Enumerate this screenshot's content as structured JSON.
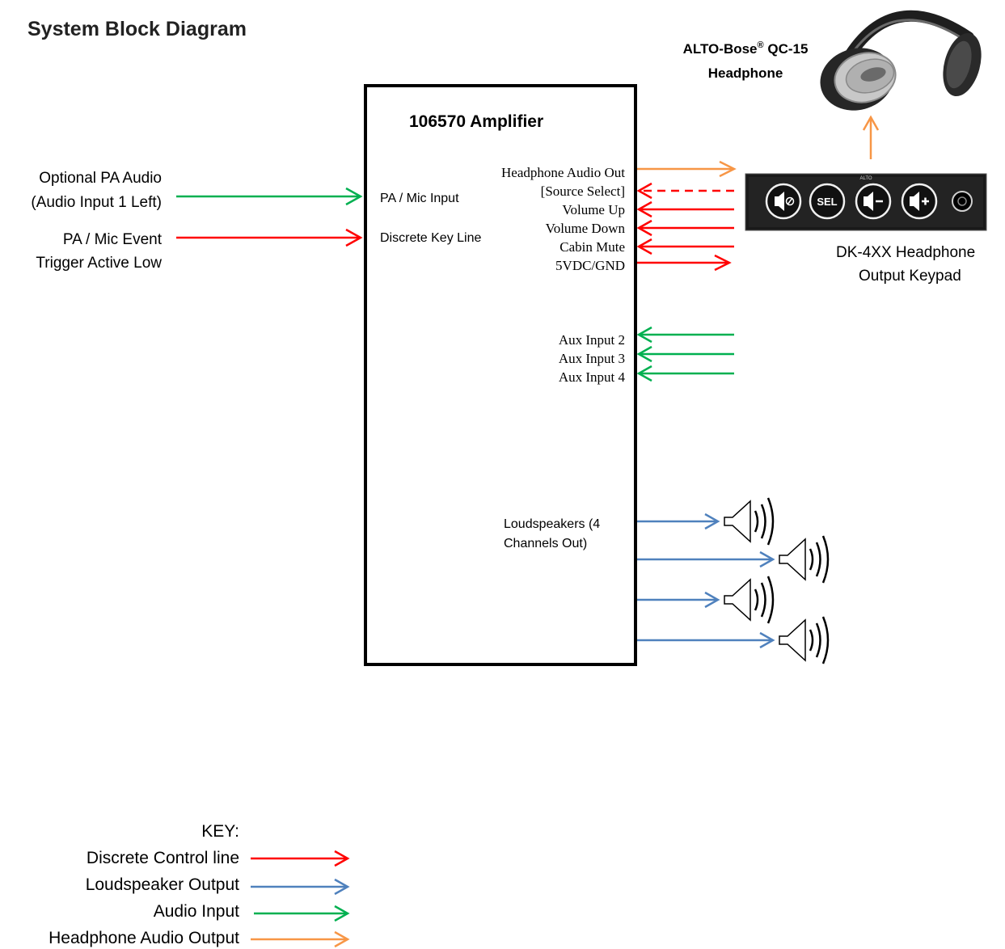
{
  "title": "System Block Diagram",
  "amplifier": {
    "name": "106570 Amplifier",
    "left_inputs": [
      "PA / Mic  Input",
      "Discrete Key Line"
    ],
    "keypad_ports": [
      "Headphone Audio Out",
      "[Source Select]",
      "Volume Up",
      "Volume Down",
      "Cabin Mute",
      "5VDC/GND"
    ],
    "aux_inputs": [
      "Aux Input 2",
      "Aux Input 3",
      "Aux Input 4"
    ],
    "speaker_label": [
      "Loudspeakers (4",
      "Channels Out)"
    ]
  },
  "external_inputs": {
    "pa_audio": [
      "Optional PA Audio",
      "(Audio Input 1 Left)"
    ],
    "pa_event": [
      "PA / Mic Event",
      "Trigger Active Low"
    ]
  },
  "headphone": {
    "line1": "ALTO-Bose",
    "reg": "®",
    "line1_suffix": " QC-15",
    "line2": "Headphone"
  },
  "keypad": {
    "label": [
      "DK-4XX Headphone",
      "Output Keypad"
    ],
    "logo": "ALTO",
    "buttons": [
      {
        "icon": "speaker-mute-icon"
      },
      {
        "icon": "select-icon",
        "text": "SEL"
      },
      {
        "icon": "volume-down-icon"
      },
      {
        "icon": "volume-up-icon"
      }
    ],
    "jack_icon": "headphone-jack-icon"
  },
  "key": {
    "heading": "KEY:",
    "items": [
      {
        "label": "Discrete Control line",
        "color": "#ff0000"
      },
      {
        "label": "Loudspeaker Output",
        "color": "#4f81bd"
      },
      {
        "label": "Audio Input",
        "color": "#00b050"
      },
      {
        "label": "Headphone Audio Output",
        "color": "#f79646"
      }
    ]
  },
  "colors": {
    "control": "#ff0000",
    "speaker": "#4f81bd",
    "audio": "#00b050",
    "headphone": "#f79646"
  }
}
